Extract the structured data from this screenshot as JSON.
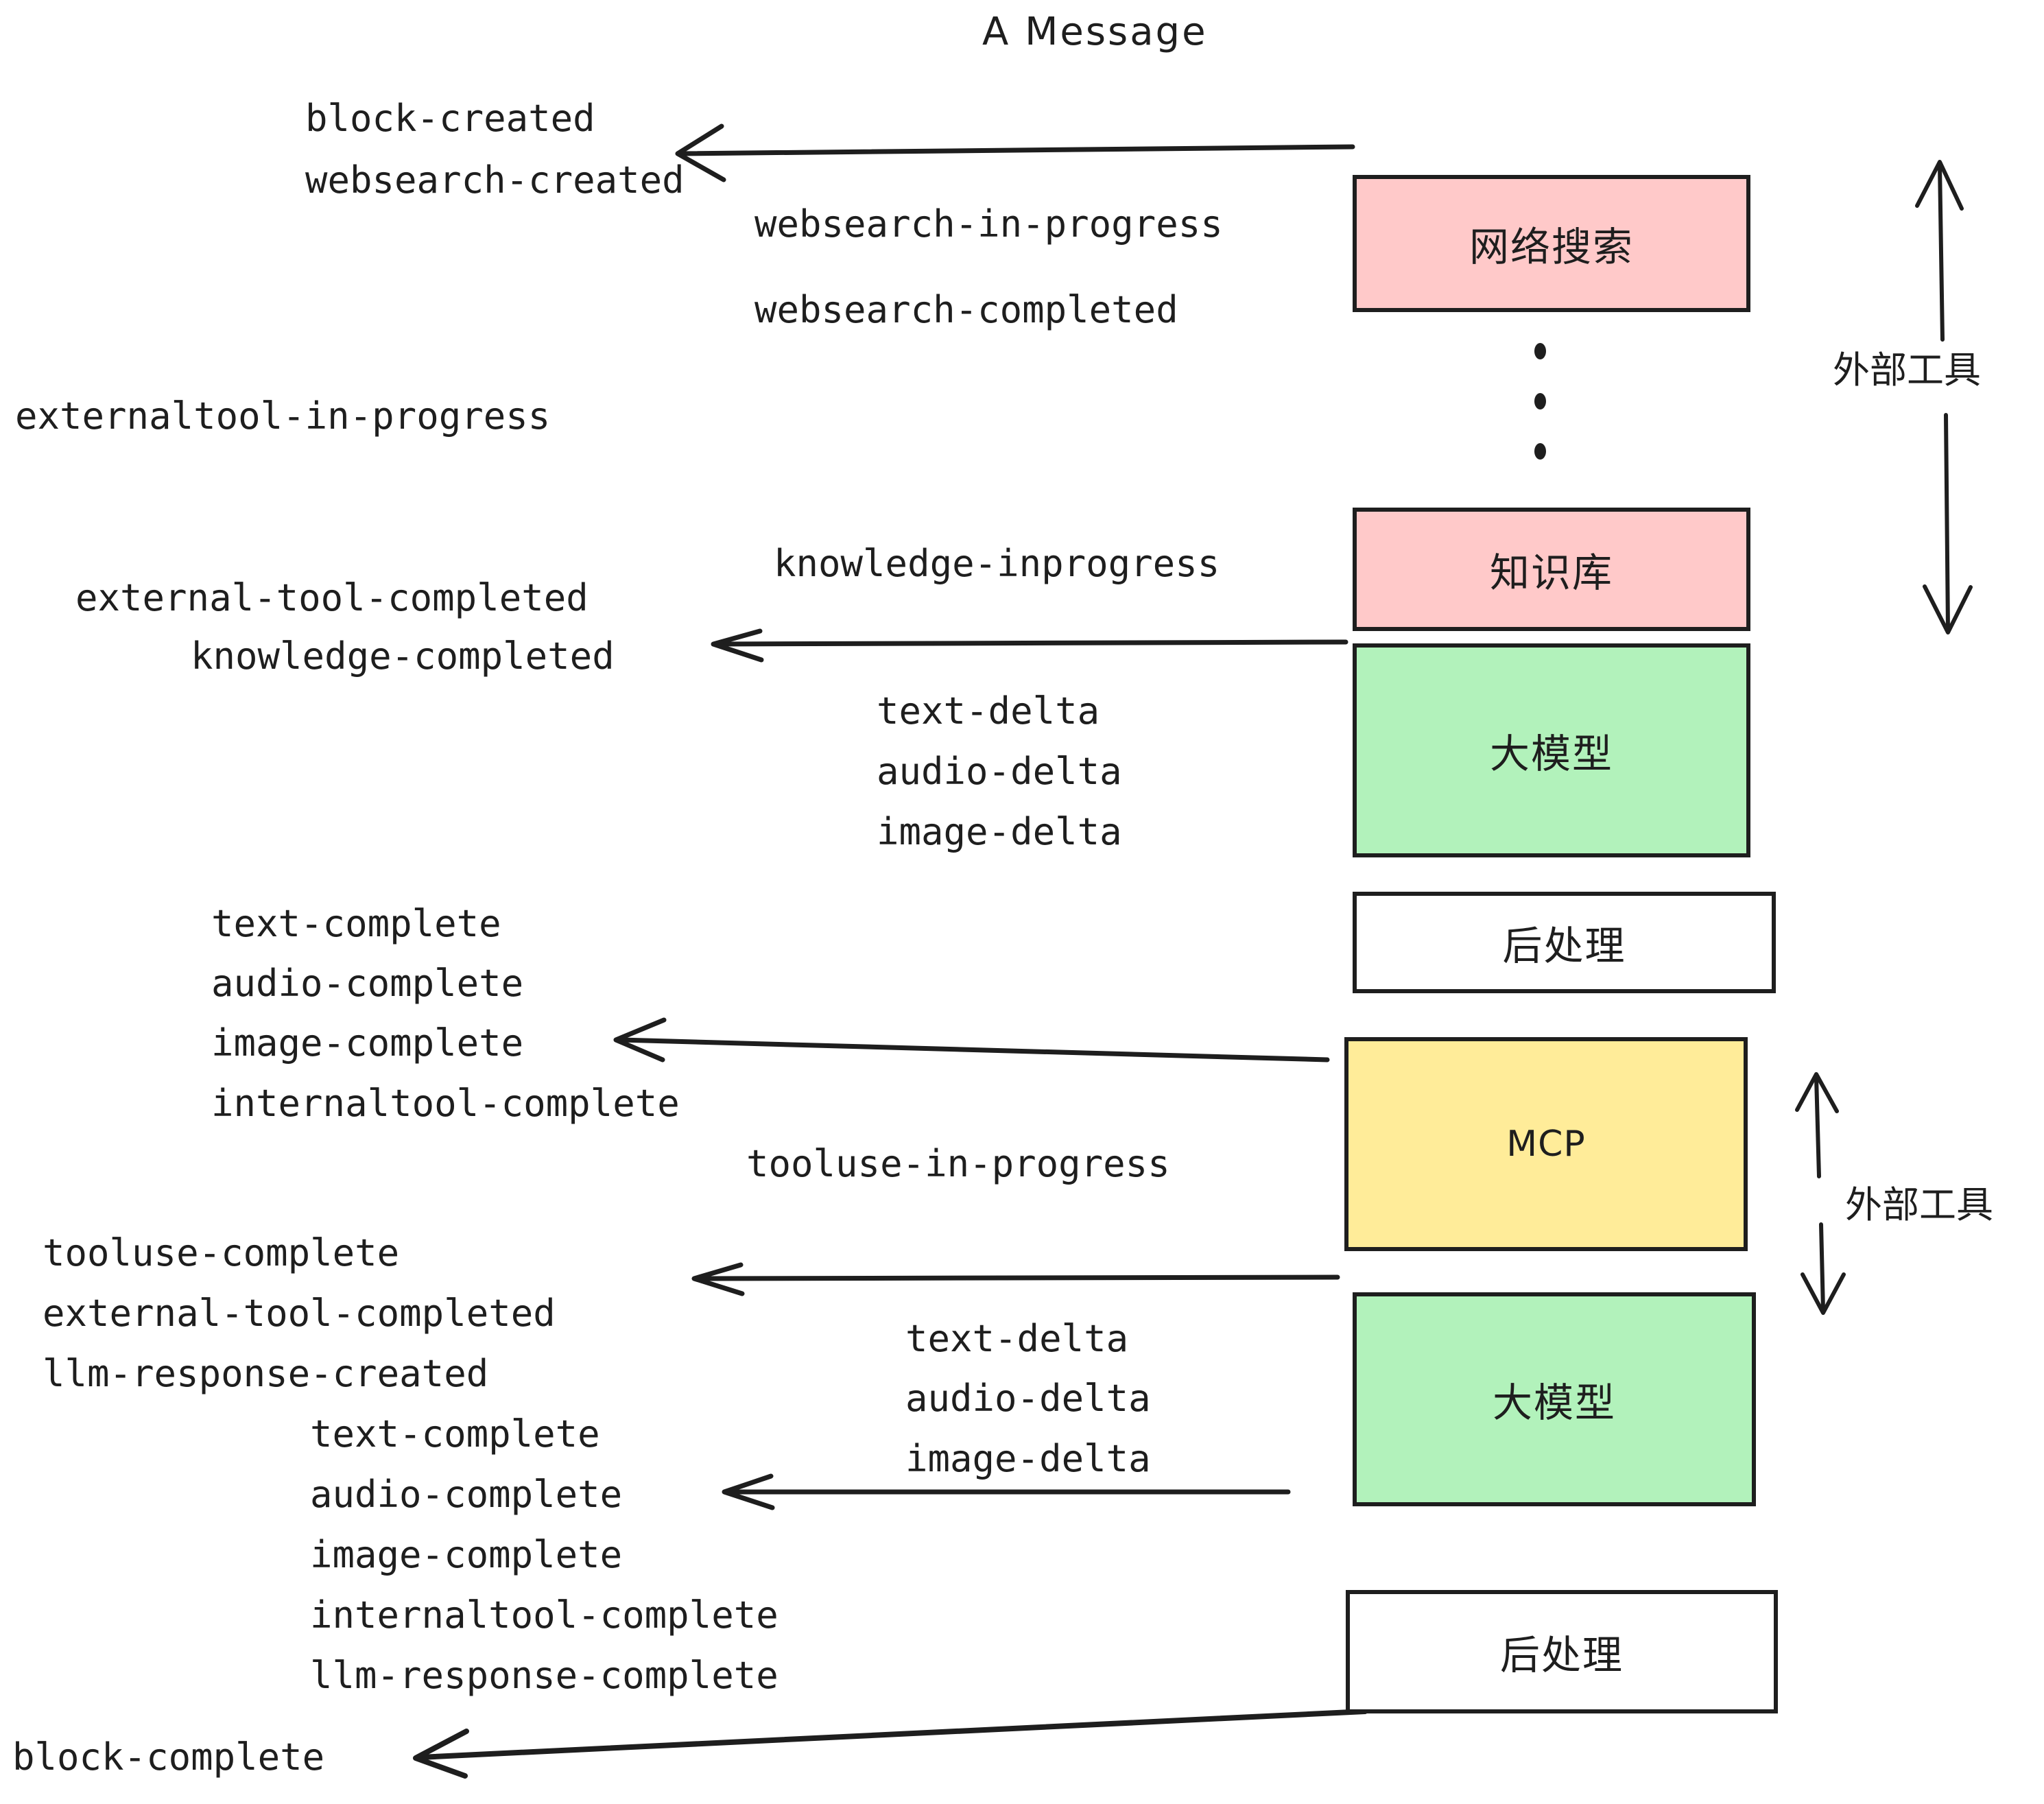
{
  "diagram": {
    "title": "A Message",
    "background_color": "#ffffff",
    "stroke_color": "#1e1e1e",
    "colors": {
      "pink": "#ffc9c9",
      "green": "#b2f2bb",
      "yellow": "#ffec99",
      "white": "#ffffff"
    }
  },
  "nodes": [
    {
      "id": "websearch",
      "label": "网络搜索",
      "fill": "#ffc9c9",
      "latin": false
    },
    {
      "id": "knowledge",
      "label": "知识库",
      "fill": "#ffc9c9",
      "latin": false
    },
    {
      "id": "llm-1",
      "label": "大模型",
      "fill": "#b2f2bb",
      "latin": false
    },
    {
      "id": "postprocess-1",
      "label": "后处理",
      "fill": "#ffffff",
      "latin": false
    },
    {
      "id": "mcp",
      "label": "MCP",
      "fill": "#ffec99",
      "latin": true
    },
    {
      "id": "llm-2",
      "label": "大模型",
      "fill": "#b2f2bb",
      "latin": false
    },
    {
      "id": "postprocess-2",
      "label": "后处理",
      "fill": "#ffffff",
      "latin": false
    }
  ],
  "side_labels": [
    {
      "id": "external-tools-top",
      "text": "外部工具"
    },
    {
      "id": "external-tools-bottom",
      "text": "外部工具"
    }
  ],
  "events": {
    "block_created": "block-created",
    "websearch_created": "websearch-created",
    "websearch_in_progress": "websearch-in-progress",
    "websearch_completed": "websearch-completed",
    "externaltool_in_progress": "externaltool-in-progress",
    "knowledge_inprogress": "knowledge-inprogress",
    "external_tool_completed_1": "external-tool-completed",
    "knowledge_completed": "knowledge-completed",
    "text_delta_1": "text-delta",
    "audio_delta_1": "audio-delta",
    "image_delta_1": "image-delta",
    "text_complete_1": "text-complete",
    "audio_complete_1": "audio-complete",
    "image_complete_1": "image-complete",
    "internaltool_complete_1": "internaltool-complete",
    "tooluse_in_progress": "tooluse-in-progress",
    "tooluse_complete": "tooluse-complete",
    "external_tool_completed_2": "external-tool-completed",
    "llm_response_created": "llm-response-created",
    "text_delta_2": "text-delta",
    "audio_delta_2": "audio-delta",
    "image_delta_2": "image-delta",
    "text_complete_2": "text-complete",
    "audio_complete_2": "audio-complete",
    "image_complete_2": "image-complete",
    "internaltool_complete_2": "internaltool-complete",
    "llm_response_complete": "llm-response-complete",
    "block_complete": "block-complete"
  }
}
